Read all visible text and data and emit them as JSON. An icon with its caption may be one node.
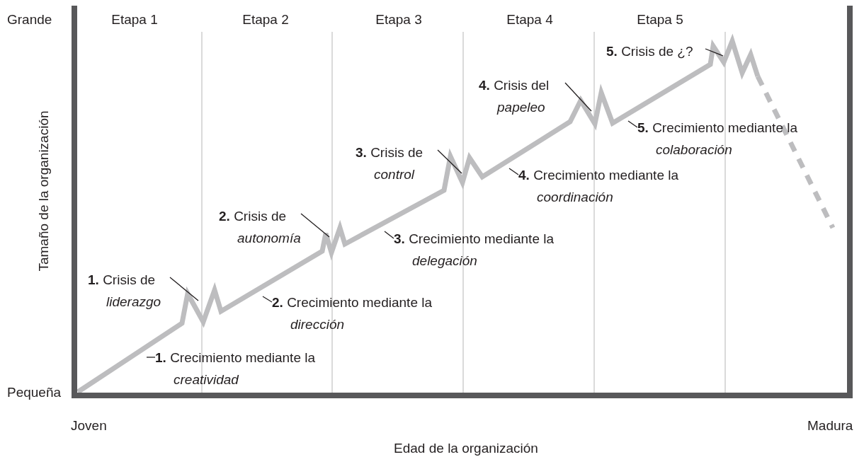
{
  "diagram": {
    "nodes": [
      {
        "text": [
          "**1.** Crisis de *liderazgo*"
        ]
      },
      {
        "text": [
          "**1.** Crecimiento mediante la *creatividad*"
        ]
      },
      {
        "text": [
          "**2.** Crisis de *autonomía*"
        ]
      },
      {
        "text": [
          "**2.** Crecimiento mediante la *dirección*"
        ]
      },
      {
        "text": [
          "**3.** Crisis de *control*"
        ]
      },
      {
        "text": [
          "**3.** Crecimiento mediante la *delegación*"
        ]
      },
      {
        "text": [
          "**4.** Crisis del *papeleo*"
        ]
      },
      {
        "text": [
          "**4.** Crecimiento mediante la *coordinación*"
        ]
      },
      {
        "text": [
          "**5.** Crisis de ¿?"
        ]
      },
      {
        "text": [
          "**5.** Crecimiento mediante la *colaboración*"
        ]
      }
    ],
    "edges": [
      {
        "from": 0,
        "to": null,
        "arrow": "none"
      },
      {
        "from": 1,
        "to": null,
        "arrow": "none"
      },
      {
        "from": 2,
        "to": null,
        "arrow": "none"
      },
      {
        "from": 3,
        "to": null,
        "arrow": "none"
      },
      {
        "from": 4,
        "to": null,
        "arrow": "none"
      },
      {
        "from": 5,
        "to": null,
        "arrow": "none"
      },
      {
        "from": 6,
        "to": null,
        "arrow": "none"
      },
      {
        "from": 7,
        "to": null,
        "arrow": "none"
      },
      {
        "from": 8,
        "to": null,
        "arrow": "none"
      },
      {
        "from": 9,
        "to": null,
        "arrow": "none"
      }
    ],
    "labels": [
      "Grande",
      "Etapa 1",
      "Etapa 2",
      "Etapa 3",
      "Etapa 4",
      "Etapa 5",
      "Tamaño de la organización",
      "Pequeña",
      "Joven",
      "Madura",
      "Edad de la organización"
    ]
  }
}
